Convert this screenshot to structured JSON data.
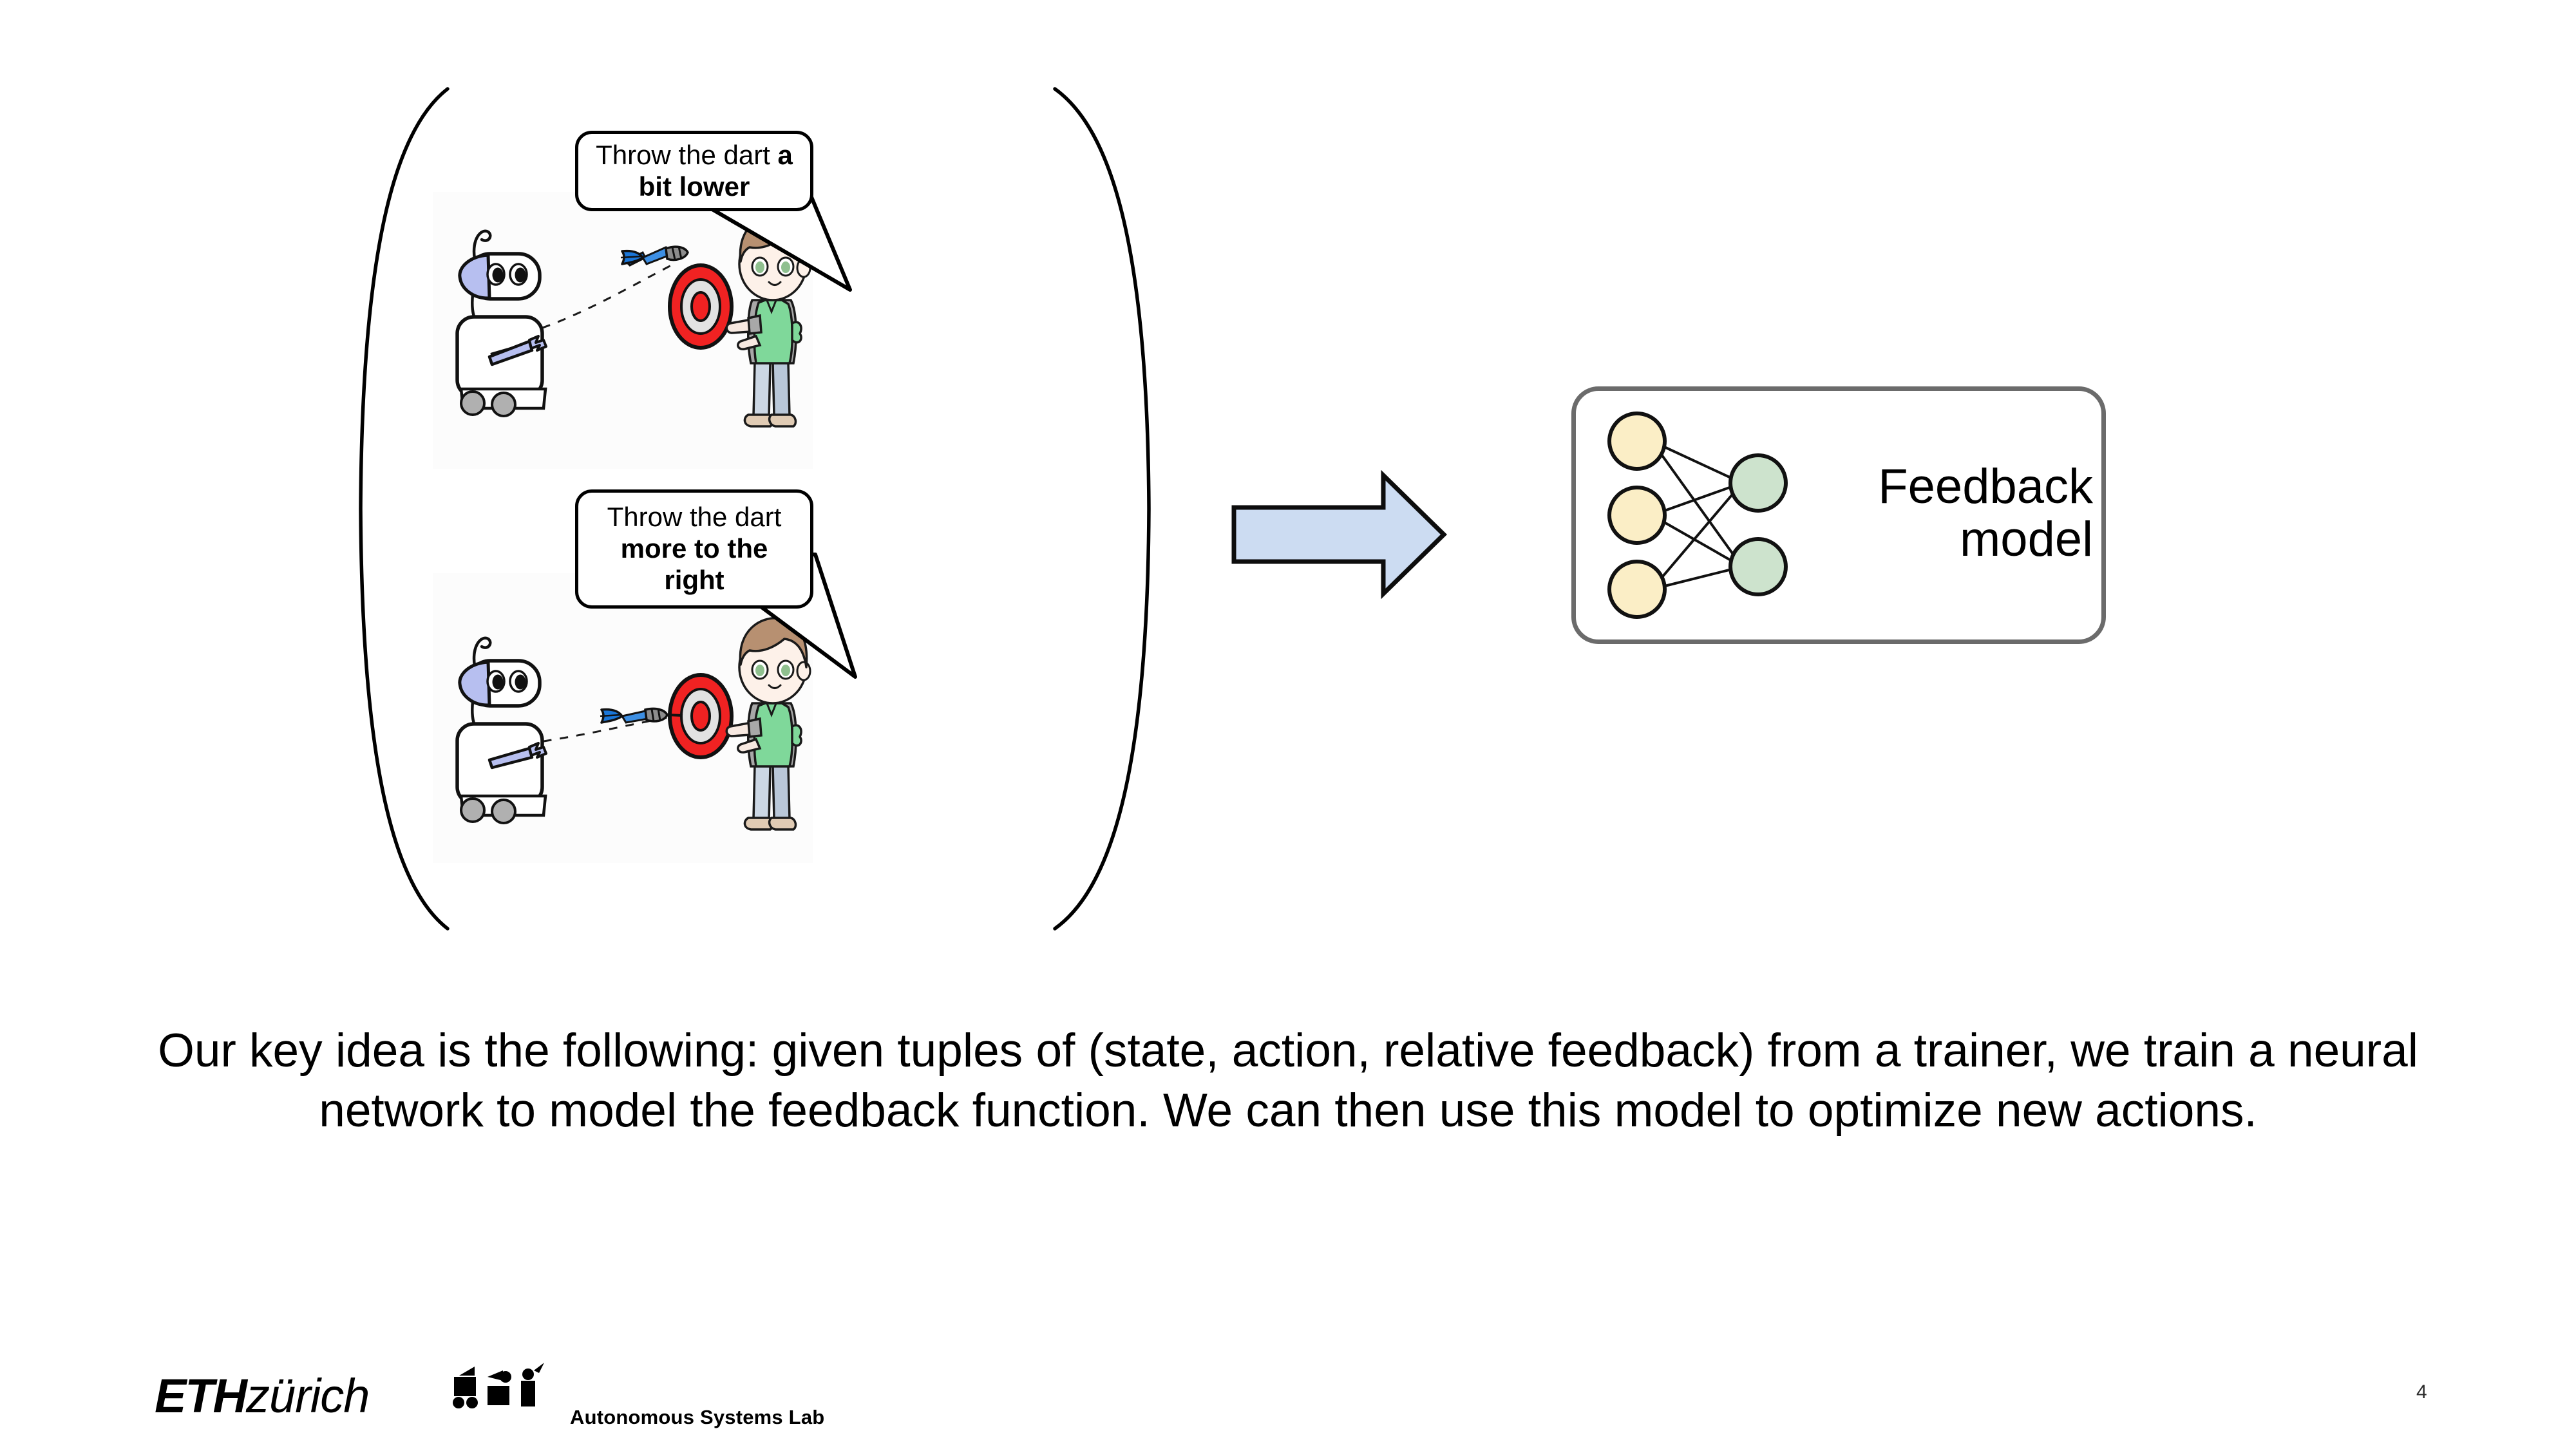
{
  "slide": {
    "page_number": "4",
    "caption": "Our key idea is the following: given tuples of (state, action, relative feedback) from a trainer, we train a neural network to model the feedback function. We can then use this model to optimize new actions."
  },
  "demos": {
    "bracket_left": "left-parenthesis",
    "bracket_right": "right-parenthesis",
    "panels": [
      {
        "id": "demo-panel-top",
        "bubble": {
          "plain": "Throw the dart ",
          "bold": "a bit lower"
        },
        "robot": "cartoon-robot",
        "trainer": "cartoon-trainer",
        "target": "dartboard",
        "dart_hit": "upper-left-edge"
      },
      {
        "id": "demo-panel-bottom",
        "bubble": {
          "plain": "Throw the dart ",
          "bold": "more to the right"
        },
        "robot": "cartoon-robot",
        "trainer": "cartoon-trainer",
        "target": "dartboard",
        "dart_hit": "left-of-center"
      }
    ]
  },
  "flow": {
    "arrow": "right-arrow"
  },
  "model": {
    "label": "Feedback\nmodel",
    "network": {
      "input_nodes": 3,
      "output_nodes": 2,
      "input_color": "#fbeec6",
      "output_color": "#cde3cd"
    },
    "box_border_color": "#6b6b6b"
  },
  "footer": {
    "eth_bold": "ETH",
    "eth_light": "zürich",
    "lab_name": "Autonomous Systems Lab"
  },
  "colors": {
    "arrow_fill": "#ccdcf2",
    "target_red": "#f02222",
    "target_gray": "#e2e2e2",
    "robot_visor": "#b7bff0",
    "dart_blue": "#1a76d8",
    "apron_green": "#7fd89a",
    "hair_brown": "#b79071"
  }
}
